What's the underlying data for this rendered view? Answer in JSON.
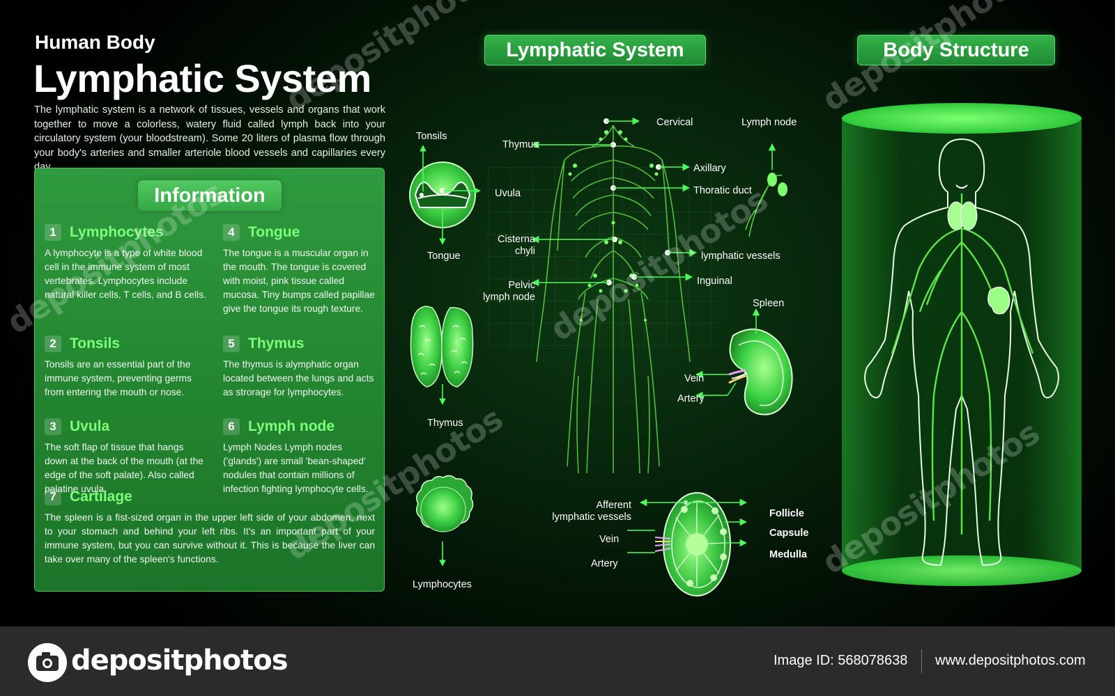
{
  "header": {
    "subtitle": "Human Body",
    "title": "Lymphatic System",
    "intro": "The lymphatic system is a network of tissues, vessels and organs that work together to move a colorless, watery fluid called lymph back into your circulatory system (your bloodstream). Some 20 liters of plasma flow through your body's arteries and smaller arteriole blood vessels and capillaries every day."
  },
  "section_titles": {
    "lymphatic": "Lymphatic System",
    "body": "Body Structure",
    "information": "Information"
  },
  "info_items": [
    {
      "num": "1",
      "title": "Lymphocytes",
      "text": "A lymphocyte is a type of white blood cell in the immune system of most vertebrates. Lymphocytes include natural killer cells, T cells, and B cells."
    },
    {
      "num": "2",
      "title": "Tonsils",
      "text": "Tonsils are an essential part of the immune system, preventing germs from entering the mouth or nose."
    },
    {
      "num": "3",
      "title": "Uvula",
      "text": "The soft flap of tissue that hangs down at the back of the mouth (at the edge of the soft palate). Also called palatine uvula."
    },
    {
      "num": "4",
      "title": "Tongue",
      "text": "The tongue is a muscular organ in the mouth. The tongue is covered with moist, pink tissue called mucosa. Tiny bumps called papillae give the tongue its rough texture."
    },
    {
      "num": "5",
      "title": "Thymus",
      "text": "The thymus is alymphatic organ located between the lungs and acts as strorage for lymphocytes."
    },
    {
      "num": "6",
      "title": "Lymph node",
      "text": "Lymph Nodes Lymph nodes ('glands') are small 'bean-shaped' nodules that contain millions of infection fighting lymphocyte cells."
    },
    {
      "num": "7",
      "title": "Cartilage",
      "text": "The spleen is a fist-sized organ in the upper left side of your abdomen, next to your stomach and behind your left ribs. It's an important part of your immune system, but you can survive without it. This is because the liver can take over many of the spleen's functions."
    }
  ],
  "organ_labels": {
    "tonsils": "Tonsils",
    "uvula": "Uvula",
    "tongue": "Tongue",
    "thymus": "Thymus",
    "lymphocytes": "Lymphocytes"
  },
  "body_labels": {
    "cervical": "Cervical",
    "thymus": "Thymus",
    "axillary": "Axillary",
    "thoracic_duct": "Thoratic duct",
    "cisterna_1": "Cisterna",
    "cisterna_2": "chyli",
    "lymphatic_vessels": "lymphatic vessels",
    "inguinal": "Inguinal",
    "pelvic_1": "Pelvic",
    "pelvic_2": "lymph node",
    "lymph_node": "Lymph node"
  },
  "spleen_labels": {
    "spleen": "Spleen",
    "vein": "Vein",
    "artery": "Artery"
  },
  "node_labels": {
    "afferent_1": "Afferent",
    "afferent_2": "lymphatic vessels",
    "vein": "Vein",
    "artery": "Artery",
    "follicle": "Follicle",
    "capsule": "Capsule",
    "medulla": "Medulla"
  },
  "watermark": "depositphotos",
  "footer": {
    "brand": "depositphotos",
    "image_id": "Image ID: 568078638",
    "url": "www.depositphotos.com"
  },
  "colors": {
    "accent": "#3cff55",
    "panel": "#2a9138",
    "title_green": "#7cff7a",
    "footer_bg": "#2b2b2b"
  }
}
